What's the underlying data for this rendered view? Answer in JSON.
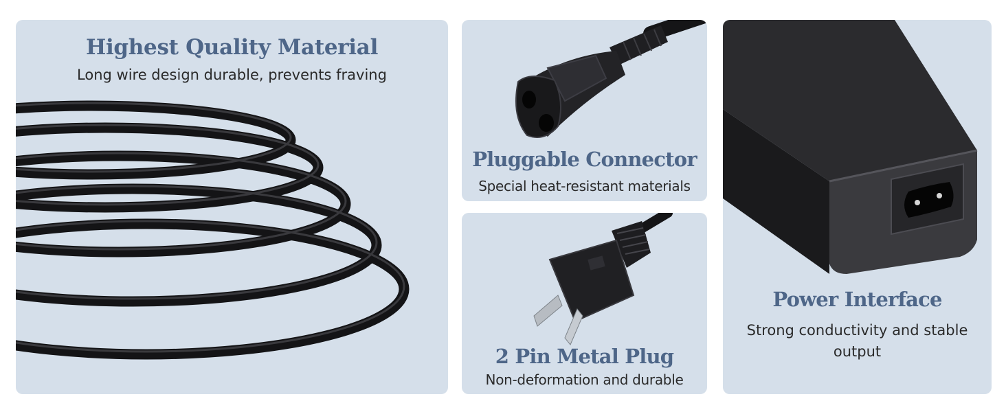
{
  "panels": {
    "material": {
      "title": "Highest Quality Material",
      "subtitle": "Long wire design durable, prevents fraving",
      "image_icon": "coiled-cable-icon"
    },
    "connector": {
      "title": "Pluggable Connector",
      "subtitle": "Special heat-resistant materials",
      "image_icon": "figure-8-connector-icon"
    },
    "plug": {
      "title": "2 Pin Metal Plug",
      "subtitle": "Non-deformation and durable",
      "image_icon": "two-prong-plug-icon"
    },
    "interface": {
      "title": "Power Interface",
      "subtitle": "Strong conductivity and stable output",
      "image_icon": "power-adapter-icon"
    }
  },
  "colors": {
    "panel_bg": "#d5dfea",
    "title": "#4e6688",
    "subtitle": "#2a2a2a",
    "cable": "#1c1c1e"
  }
}
